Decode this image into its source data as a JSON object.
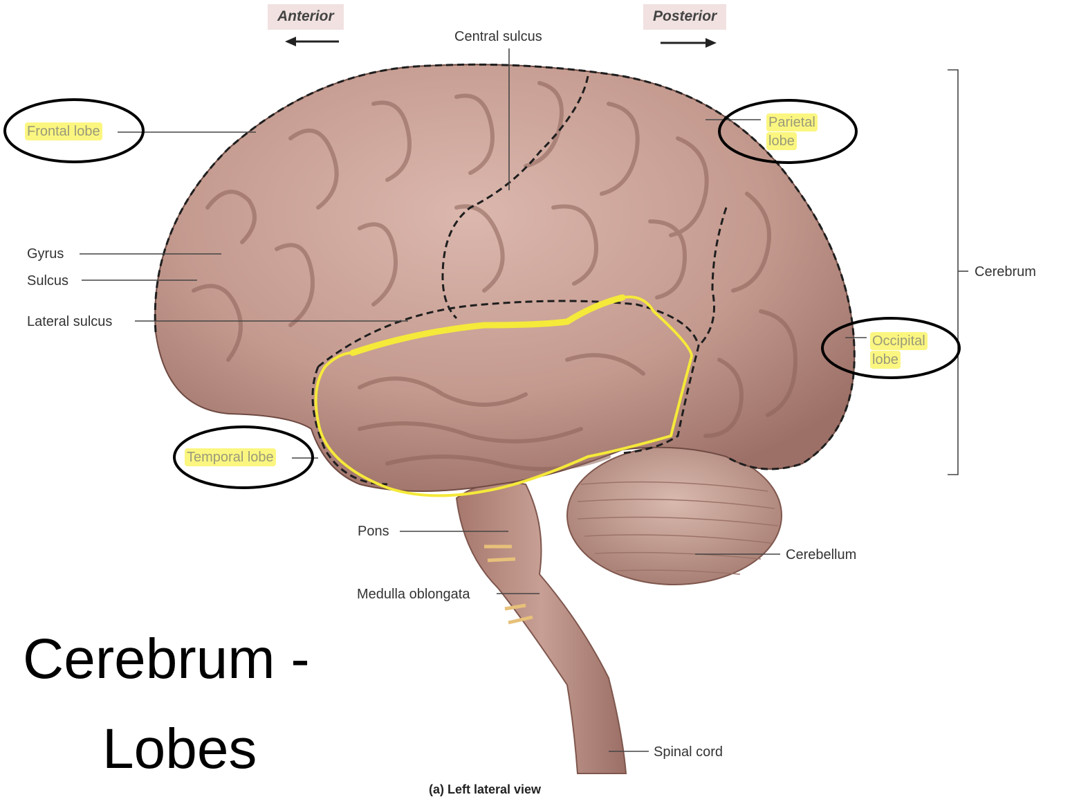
{
  "directions": {
    "anterior": "Anterior",
    "posterior": "Posterior"
  },
  "labels": {
    "central_sulcus": "Central sulcus",
    "frontal_lobe": "Frontal lobe",
    "parietal_lobe_line1": "Parietal",
    "parietal_lobe_line2": "lobe",
    "gyrus": "Gyrus",
    "sulcus": "Sulcus",
    "lateral_sulcus": "Lateral sulcus",
    "cerebrum": "Cerebrum",
    "occipital_lobe_line1": "Occipital",
    "occipital_lobe_line2": "lobe",
    "temporal_lobe": "Temporal lobe",
    "pons": "Pons",
    "cerebellum": "Cerebellum",
    "medulla_oblongata": "Medulla oblongata",
    "spinal_cord": "Spinal cord"
  },
  "slide_title": {
    "line1": "Cerebrum -",
    "line2": "Lobes"
  },
  "caption": "(a) Left lateral view",
  "colors": {
    "brain": "#c49a8f",
    "brain_dark": "#8d6359",
    "highlight": "#fbf680",
    "circle": "#000000"
  }
}
